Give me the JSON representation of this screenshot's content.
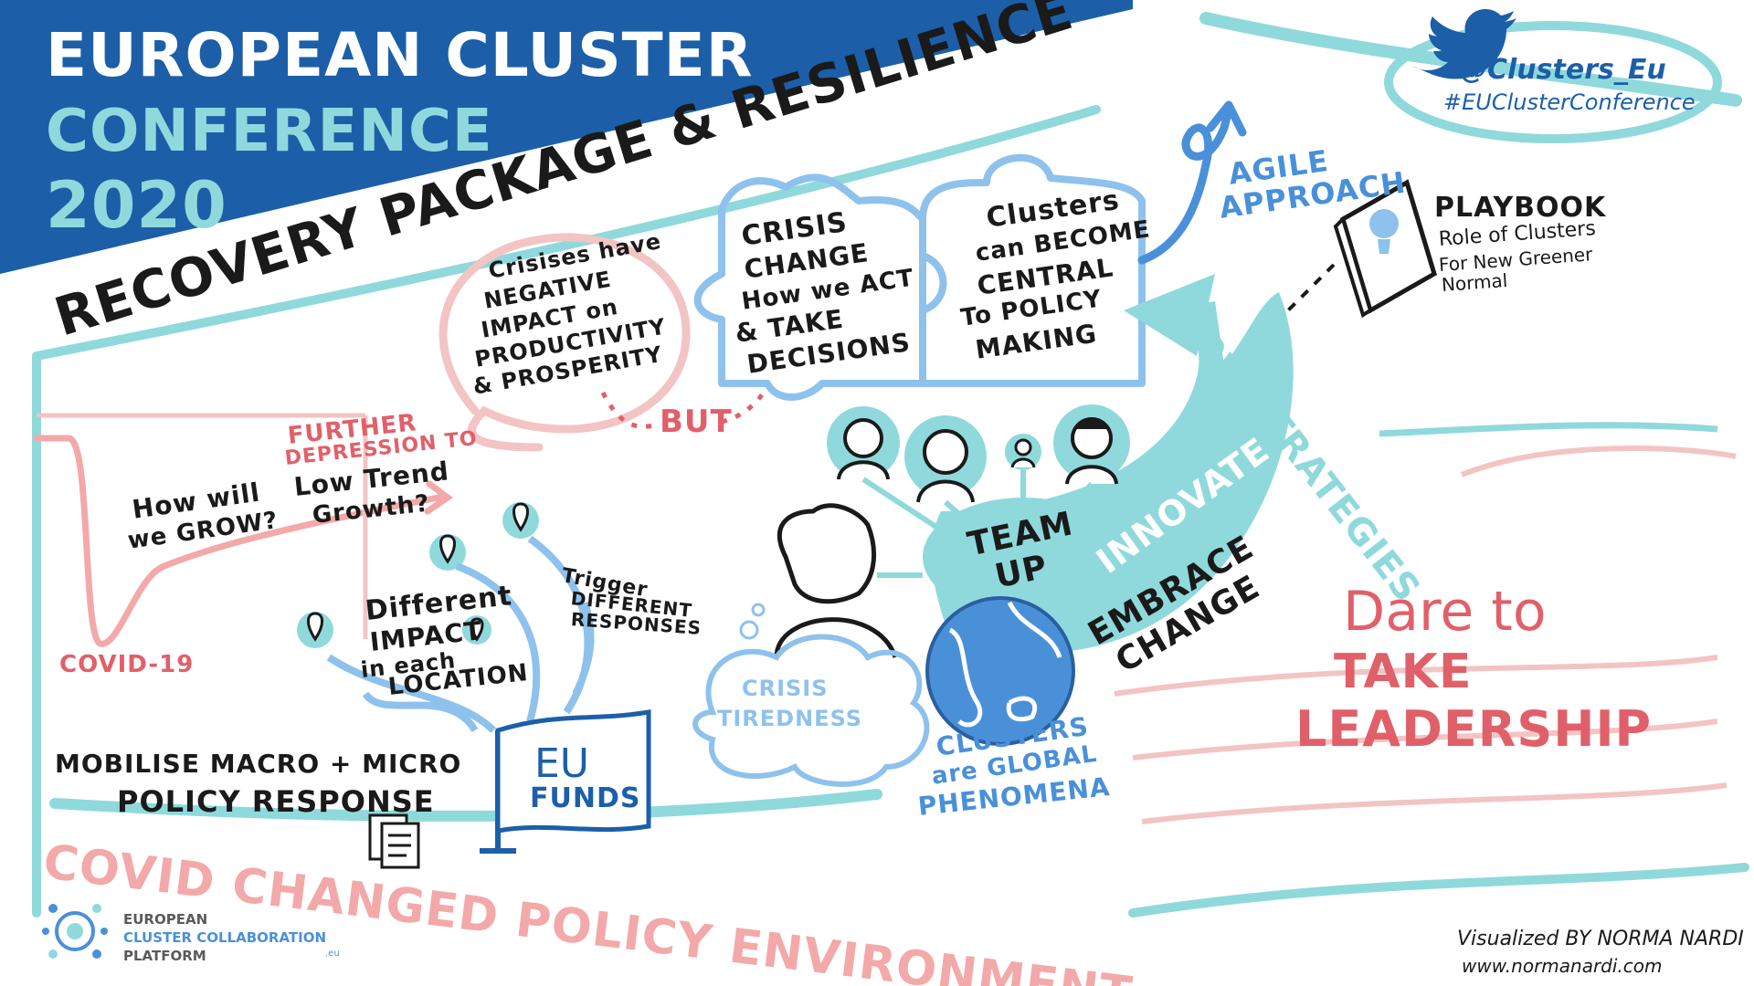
{
  "title": {
    "line1": "EUROPEAN CLUSTER",
    "line2": "CONFERENCE",
    "line3": "2020"
  },
  "headline": "RECOVERY PACKAGE & RESILIENCE",
  "social": {
    "handle": "@Clusters_Eu",
    "hashtag": "#EUClusterConference"
  },
  "crisis_bubble": [
    "Crisises have",
    "NEGATIVE",
    "IMPACT on",
    "PRODUCTIVITY",
    "& PROSPERITY"
  ],
  "puzzle_left": [
    "CRISIS",
    "CHANGE",
    "How we ACT",
    "& TAKE",
    "DECISIONS"
  ],
  "puzzle_right": [
    "Clusters",
    "can BECOME",
    "CENTRAL",
    "To POLICY",
    "MAKING"
  ],
  "but_label": "BUT",
  "agile": [
    "AGILE",
    "APPROACH"
  ],
  "playbook": {
    "title": "PLAYBOOK",
    "lines": [
      "Role of Clusters",
      "For New Greener",
      "Normal"
    ]
  },
  "new_strategies": "New STRATEGIES",
  "innovate": "INNOVATE",
  "embrace_change": [
    "EMBRACE",
    "CHANGE"
  ],
  "team_up": [
    "TEAM",
    "UP"
  ],
  "further_depression": [
    "FURTHER",
    "DEPRESSION TO"
  ],
  "low_trend": [
    "Low Trend",
    "Growth?"
  ],
  "how_will_we_grow": [
    "How will",
    "we GROW?"
  ],
  "covid_label": "COVID-19",
  "different_impact": [
    "Different",
    "IMPACT",
    "in each",
    "LOCATION"
  ],
  "trigger": [
    "Trigger",
    "DIFFERENT",
    "RESPONSES"
  ],
  "mobilise": "MOBILISE MACRO + MICRO",
  "policy_response": "POLICY RESPONSE",
  "eu_funds": [
    "EU",
    "FUNDS"
  ],
  "crisis_tiredness": [
    "CRISIS",
    "TIREDNESS"
  ],
  "clusters_global": [
    "CLUSTERS",
    "are GLOBAL",
    "PHENOMENA"
  ],
  "dare": [
    "Dare to",
    "TAKE",
    "LEADERSHIP"
  ],
  "bottom_banner": "COVID CHANGED POLICY ENVIRONMENT",
  "logo": {
    "line1": "EUROPEAN",
    "line2": "CLUSTER COLLABORATION",
    "line3": "PLATFORM",
    "suffix": ".eu"
  },
  "credit": {
    "line1": "Visualized BY NORMA NARDI",
    "line2": "www.normanardi.com"
  },
  "colors": {
    "navy": "#1c5fa8",
    "teal": "#8fd9dc",
    "light_blue": "#8ec2ec",
    "pink": "#f3c4c4",
    "coral": "#e0606a",
    "ink": "#1a1a1a",
    "globe": "#4a90d9"
  }
}
